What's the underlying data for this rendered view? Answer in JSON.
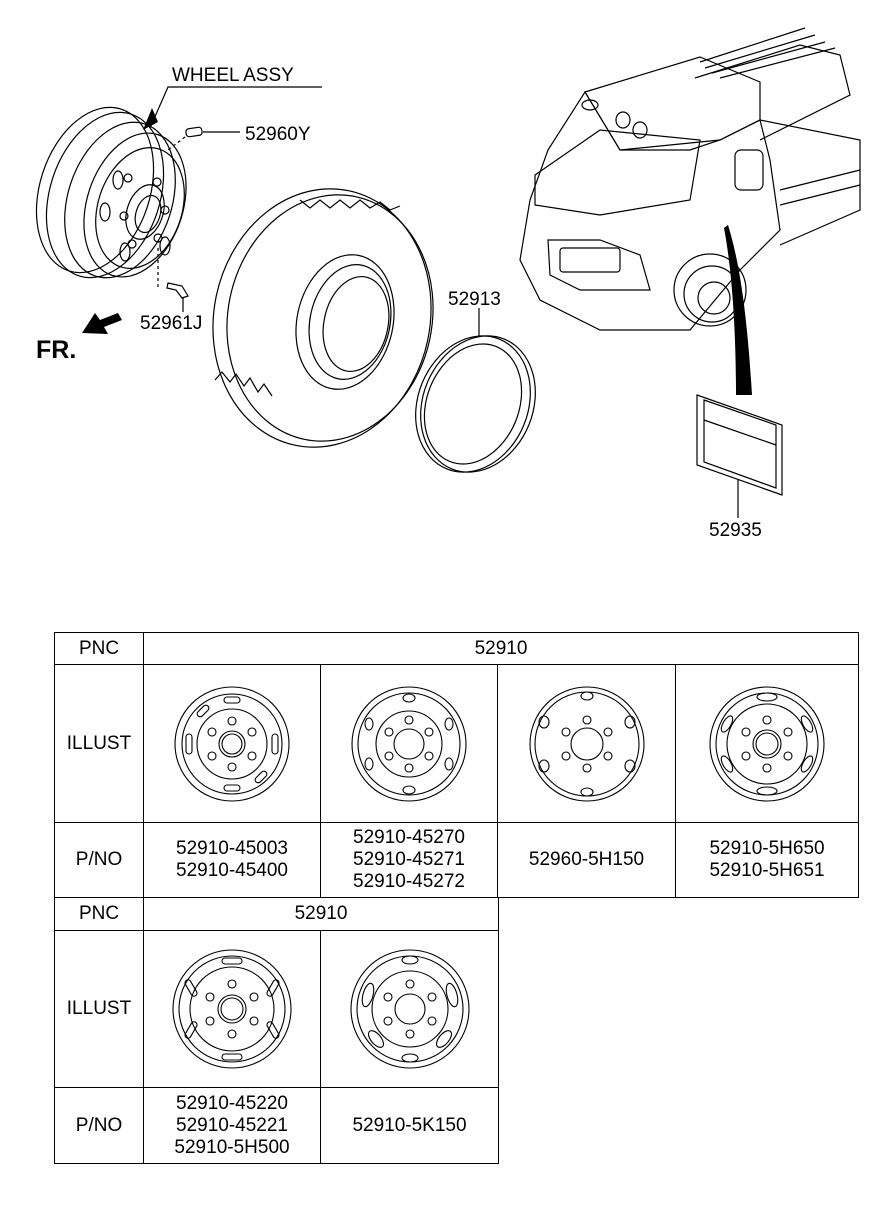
{
  "callouts": {
    "wheel_assy": "WHEEL ASSY",
    "valve": "52960Y",
    "valve_lower": "52961J",
    "flap": "52913",
    "label": "52935",
    "front": "FR."
  },
  "table1": {
    "pnc_label": "PNC",
    "pnc_value": "52910",
    "illust_label": "ILLUST",
    "pno_label": "P/NO",
    "columns": [
      {
        "pnos": [
          "52910-45003",
          "52910-45400"
        ]
      },
      {
        "pnos": [
          "52910-45270",
          "52910-45271",
          "52910-45272"
        ]
      },
      {
        "pnos": [
          "52960-5H150"
        ]
      },
      {
        "pnos": [
          "52910-5H650",
          "52910-5H651"
        ]
      }
    ]
  },
  "table2": {
    "pnc_label": "PNC",
    "pnc_value": "52910",
    "illust_label": "ILLUST",
    "pno_label": "P/NO",
    "columns": [
      {
        "pnos": [
          "52910-45220",
          "52910-45221",
          "52910-5H500"
        ]
      },
      {
        "pnos": [
          "52910-5K150"
        ]
      }
    ]
  }
}
